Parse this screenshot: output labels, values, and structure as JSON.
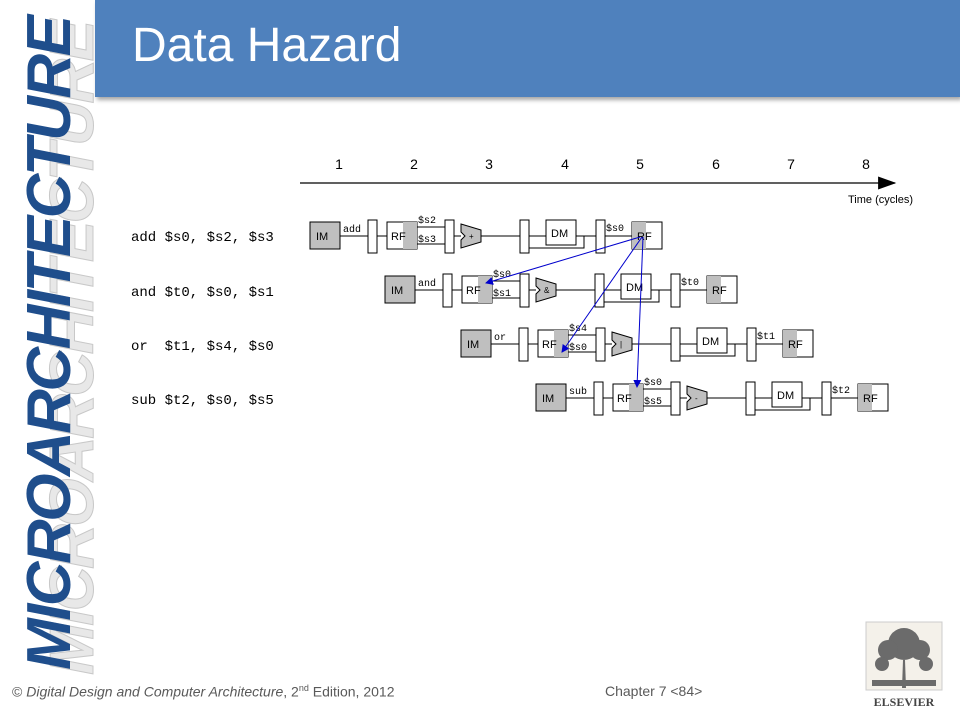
{
  "slide": {
    "title": "Data Hazard",
    "side_label": "MICROARCHITECTURE"
  },
  "diagram": {
    "cycles": [
      "1",
      "2",
      "3",
      "4",
      "5",
      "6",
      "7",
      "8"
    ],
    "time_label": "Time (cycles)",
    "instructions": [
      {
        "text": "add $s0, $s2, $s3",
        "op": "add",
        "src1": "$s2",
        "src2": "$s3",
        "alu": "+",
        "wb": "$s0"
      },
      {
        "text": "and $t0, $s0, $s1",
        "op": "and",
        "src1": "$s0",
        "src2": "$s1",
        "alu": "&",
        "wb": "$t0"
      },
      {
        "text": "or  $t1, $s4, $s0",
        "op": "or",
        "src1": "$s4",
        "src2": "$s0",
        "alu": "|",
        "wb": "$t1"
      },
      {
        "text": "sub $t2, $s0, $s5",
        "op": "sub",
        "src1": "$s0",
        "src2": "$s5",
        "alu": "-",
        "wb": "$t2"
      }
    ],
    "stage_labels": {
      "im": "IM",
      "rf": "RF",
      "dm": "DM"
    },
    "colors": {
      "hazard_arrow": "#0000cc",
      "stage_fill": "#bfbfbf"
    }
  },
  "footer": {
    "book_prefix": "© ",
    "book_title": "Digital Design and Computer Architecture",
    "edition_pre": ", 2",
    "edition_sup": "nd",
    "edition_post": " Edition, 2012",
    "chapter": "Chapter 7 <84>",
    "publisher": "ELSEVIER"
  }
}
